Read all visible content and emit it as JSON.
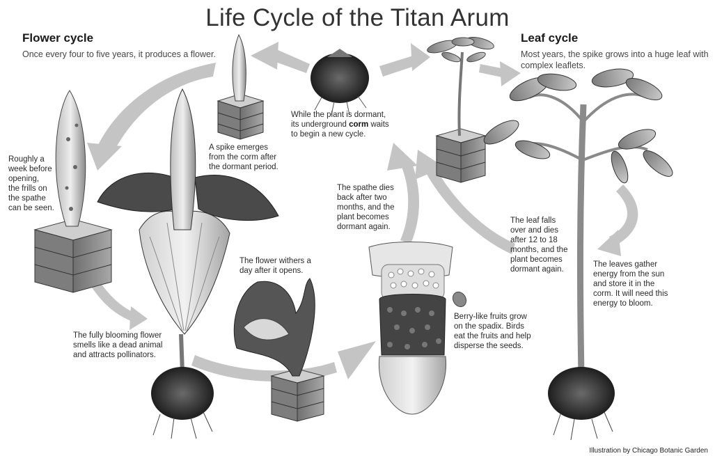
{
  "title": "Life Cycle of the Titan Arum",
  "flower_cycle": {
    "heading": "Flower cycle",
    "text": "Once every four to five\nyears, it produces a flower."
  },
  "leaf_cycle": {
    "heading": "Leaf cycle",
    "text": "Most years, the spike grows into\na huge leaf with complex leaflets."
  },
  "dormant": {
    "before": "While the plant is dormant,\nits underground ",
    "bold": "corm",
    "after": " waits\nto begin a new cycle."
  },
  "captions": {
    "spike_emerges": "A spike emerges\nfrom the corm after\nthe dormant period.",
    "week_before": "Roughly a\nweek before\nopening,\nthe frills on\nthe spathe\ncan be seen.",
    "spathe_dies": "The spathe dies\nback after two\nmonths, and the\nplant becomes\ndormant again.",
    "withers": "The flower withers a\nday after it opens.",
    "blooming": "The fully blooming flower\nsmells like a dead animal\nand attracts pollinators.",
    "berries": "Berry-like fruits grow\non the spadix. Birds\neat the fruits and help\ndisperse the seeds.",
    "leaf_falls": "The leaf falls\nover and dies\nafter 12 to 18\nmonths, and the\nplant becomes\ndormant again.",
    "leaves_gather": "The leaves gather\nenergy from the sun\nand store it in the\ncorm. It will need this\nenergy to bloom."
  },
  "credit": "Illustration by Chicago Botanic Garden",
  "colors": {
    "arrow": "#bdbdbd",
    "box": "#8a8a8a",
    "leaf": "#9a9a9a",
    "spathe": "#555555"
  }
}
